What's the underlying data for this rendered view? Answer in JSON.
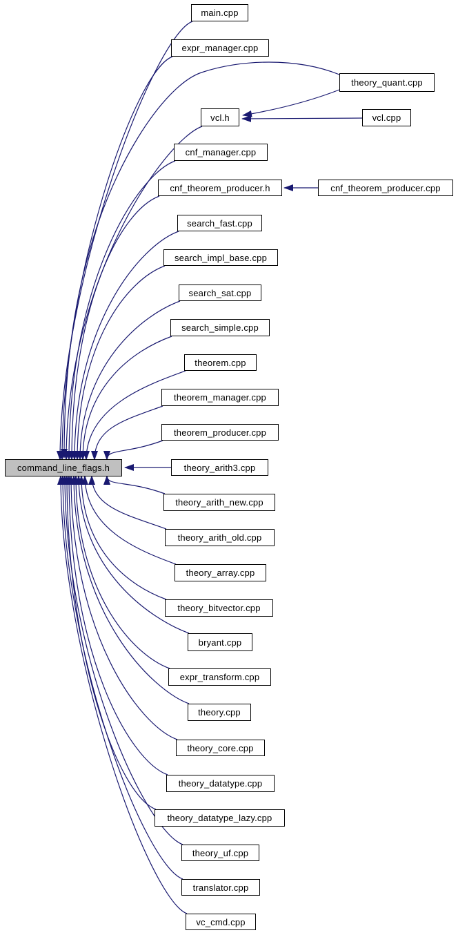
{
  "diagram": {
    "kind": "doxygen-included-by-graph",
    "colors": {
      "edge": "#191970",
      "node_fill": "#ffffff",
      "node_border": "#000000",
      "highlight_fill": "#c0c0c0",
      "text": "#000000",
      "background": "#ffffff"
    },
    "nodes": [
      {
        "id": "command_line_flags.h",
        "label": "command_line_flags.h",
        "highlighted": true
      },
      {
        "id": "main.cpp",
        "label": "main.cpp",
        "highlighted": false
      },
      {
        "id": "expr_manager.cpp",
        "label": "expr_manager.cpp",
        "highlighted": false
      },
      {
        "id": "theory_quant.cpp",
        "label": "theory_quant.cpp",
        "highlighted": false
      },
      {
        "id": "vcl.h",
        "label": "vcl.h",
        "highlighted": false
      },
      {
        "id": "vcl.cpp",
        "label": "vcl.cpp",
        "highlighted": false
      },
      {
        "id": "cnf_manager.cpp",
        "label": "cnf_manager.cpp",
        "highlighted": false
      },
      {
        "id": "cnf_theorem_producer.h",
        "label": "cnf_theorem_producer.h",
        "highlighted": false
      },
      {
        "id": "cnf_theorem_producer.cpp",
        "label": "cnf_theorem_producer.cpp",
        "highlighted": false
      },
      {
        "id": "search_fast.cpp",
        "label": "search_fast.cpp",
        "highlighted": false
      },
      {
        "id": "search_impl_base.cpp",
        "label": "search_impl_base.cpp",
        "highlighted": false
      },
      {
        "id": "search_sat.cpp",
        "label": "search_sat.cpp",
        "highlighted": false
      },
      {
        "id": "search_simple.cpp",
        "label": "search_simple.cpp",
        "highlighted": false
      },
      {
        "id": "theorem.cpp",
        "label": "theorem.cpp",
        "highlighted": false
      },
      {
        "id": "theorem_manager.cpp",
        "label": "theorem_manager.cpp",
        "highlighted": false
      },
      {
        "id": "theorem_producer.cpp",
        "label": "theorem_producer.cpp",
        "highlighted": false
      },
      {
        "id": "theory_arith3.cpp",
        "label": "theory_arith3.cpp",
        "highlighted": false
      },
      {
        "id": "theory_arith_new.cpp",
        "label": "theory_arith_new.cpp",
        "highlighted": false
      },
      {
        "id": "theory_arith_old.cpp",
        "label": "theory_arith_old.cpp",
        "highlighted": false
      },
      {
        "id": "theory_array.cpp",
        "label": "theory_array.cpp",
        "highlighted": false
      },
      {
        "id": "theory_bitvector.cpp",
        "label": "theory_bitvector.cpp",
        "highlighted": false
      },
      {
        "id": "bryant.cpp",
        "label": "bryant.cpp",
        "highlighted": false
      },
      {
        "id": "expr_transform.cpp",
        "label": "expr_transform.cpp",
        "highlighted": false
      },
      {
        "id": "theory.cpp",
        "label": "theory.cpp",
        "highlighted": false
      },
      {
        "id": "theory_core.cpp",
        "label": "theory_core.cpp",
        "highlighted": false
      },
      {
        "id": "theory_datatype.cpp",
        "label": "theory_datatype.cpp",
        "highlighted": false
      },
      {
        "id": "theory_datatype_lazy.cpp",
        "label": "theory_datatype_lazy.cpp",
        "highlighted": false
      },
      {
        "id": "theory_uf.cpp",
        "label": "theory_uf.cpp",
        "highlighted": false
      },
      {
        "id": "translator.cpp",
        "label": "translator.cpp",
        "highlighted": false
      },
      {
        "id": "vc_cmd.cpp",
        "label": "vc_cmd.cpp",
        "highlighted": false
      }
    ],
    "edges": [
      {
        "from": "main.cpp",
        "to": "command_line_flags.h"
      },
      {
        "from": "expr_manager.cpp",
        "to": "command_line_flags.h"
      },
      {
        "from": "theory_quant.cpp",
        "to": "command_line_flags.h"
      },
      {
        "from": "theory_quant.cpp",
        "to": "vcl.h"
      },
      {
        "from": "vcl.cpp",
        "to": "vcl.h"
      },
      {
        "from": "vcl.h",
        "to": "command_line_flags.h"
      },
      {
        "from": "cnf_manager.cpp",
        "to": "command_line_flags.h"
      },
      {
        "from": "cnf_theorem_producer.cpp",
        "to": "cnf_theorem_producer.h"
      },
      {
        "from": "cnf_theorem_producer.h",
        "to": "command_line_flags.h"
      },
      {
        "from": "search_fast.cpp",
        "to": "command_line_flags.h"
      },
      {
        "from": "search_impl_base.cpp",
        "to": "command_line_flags.h"
      },
      {
        "from": "search_sat.cpp",
        "to": "command_line_flags.h"
      },
      {
        "from": "search_simple.cpp",
        "to": "command_line_flags.h"
      },
      {
        "from": "theorem.cpp",
        "to": "command_line_flags.h"
      },
      {
        "from": "theorem_manager.cpp",
        "to": "command_line_flags.h"
      },
      {
        "from": "theorem_producer.cpp",
        "to": "command_line_flags.h"
      },
      {
        "from": "theory_arith3.cpp",
        "to": "command_line_flags.h"
      },
      {
        "from": "theory_arith_new.cpp",
        "to": "command_line_flags.h"
      },
      {
        "from": "theory_arith_old.cpp",
        "to": "command_line_flags.h"
      },
      {
        "from": "theory_array.cpp",
        "to": "command_line_flags.h"
      },
      {
        "from": "theory_bitvector.cpp",
        "to": "command_line_flags.h"
      },
      {
        "from": "bryant.cpp",
        "to": "command_line_flags.h"
      },
      {
        "from": "expr_transform.cpp",
        "to": "command_line_flags.h"
      },
      {
        "from": "theory.cpp",
        "to": "command_line_flags.h"
      },
      {
        "from": "theory_core.cpp",
        "to": "command_line_flags.h"
      },
      {
        "from": "theory_datatype.cpp",
        "to": "command_line_flags.h"
      },
      {
        "from": "theory_datatype_lazy.cpp",
        "to": "command_line_flags.h"
      },
      {
        "from": "theory_uf.cpp",
        "to": "command_line_flags.h"
      },
      {
        "from": "translator.cpp",
        "to": "command_line_flags.h"
      },
      {
        "from": "vc_cmd.cpp",
        "to": "command_line_flags.h"
      }
    ]
  }
}
